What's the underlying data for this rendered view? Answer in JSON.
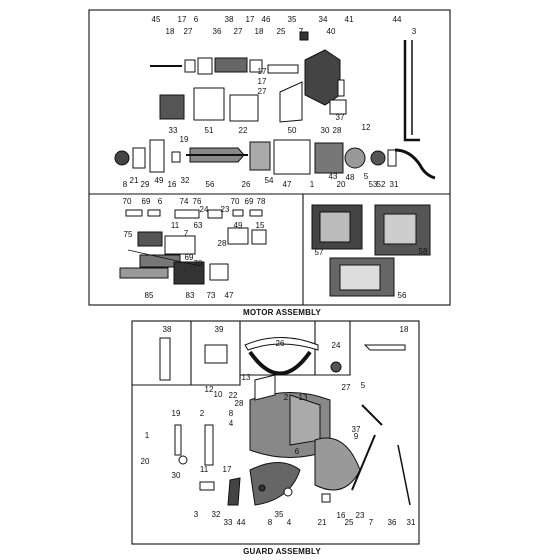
{
  "captions": {
    "motor_assembly": "MOTOR ASSEMBLY",
    "guard_assembly": "GUARD ASSEMBLY"
  },
  "motor_callouts": {
    "top_row": [
      "45",
      "18",
      "17",
      "27",
      "6",
      "36",
      "38",
      "27",
      "17",
      "18",
      "46",
      "35",
      "25",
      "7",
      "34",
      "40",
      "41",
      "44",
      "3"
    ],
    "misc": [
      "17",
      "17",
      "27",
      "37",
      "12",
      "19",
      "28",
      "30",
      "48"
    ],
    "mid_row": [
      "33",
      "51",
      "22",
      "50"
    ],
    "bottom_row": [
      "8",
      "21",
      "29",
      "49",
      "16",
      "32",
      "56",
      "26",
      "54",
      "47",
      "1",
      "43",
      "20",
      "5",
      "53",
      "52",
      "31"
    ],
    "sub_left": [
      "70",
      "69",
      "6",
      "74",
      "76",
      "24",
      "23",
      "70",
      "69",
      "78",
      "75",
      "11",
      "63",
      "49",
      "15",
      "7",
      "28",
      "69",
      "70",
      "85",
      "83",
      "73",
      "47"
    ],
    "sub_right": [
      "57",
      "58",
      "56"
    ]
  },
  "guard_callouts": {
    "top_boxes": [
      "38",
      "39",
      "26",
      "24",
      "18"
    ],
    "labels": [
      "12",
      "10",
      "13",
      "22",
      "28",
      "2",
      "13",
      "27",
      "5",
      "1",
      "19",
      "2",
      "8",
      "4",
      "37",
      "9",
      "30",
      "20",
      "6",
      "17",
      "11",
      "3",
      "32",
      "33",
      "44",
      "8",
      "35",
      "4",
      "21",
      "16",
      "25",
      "23",
      "7",
      "36",
      "31"
    ]
  }
}
